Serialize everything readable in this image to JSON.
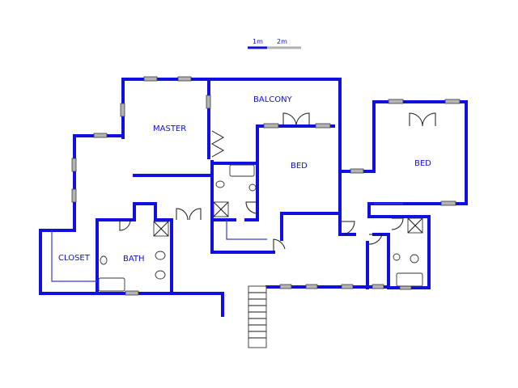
{
  "scale": {
    "label_1": "1m",
    "label_2": "2m"
  },
  "rooms": {
    "balcony": "BALCONY",
    "master": "MASTER",
    "bed1": "BED",
    "bed2": "BED",
    "closet": "CLOSET",
    "bath": "BATH"
  },
  "colors": {
    "wall": "#1010e0",
    "window": "#b4b4b4",
    "label": "#1010c8"
  }
}
